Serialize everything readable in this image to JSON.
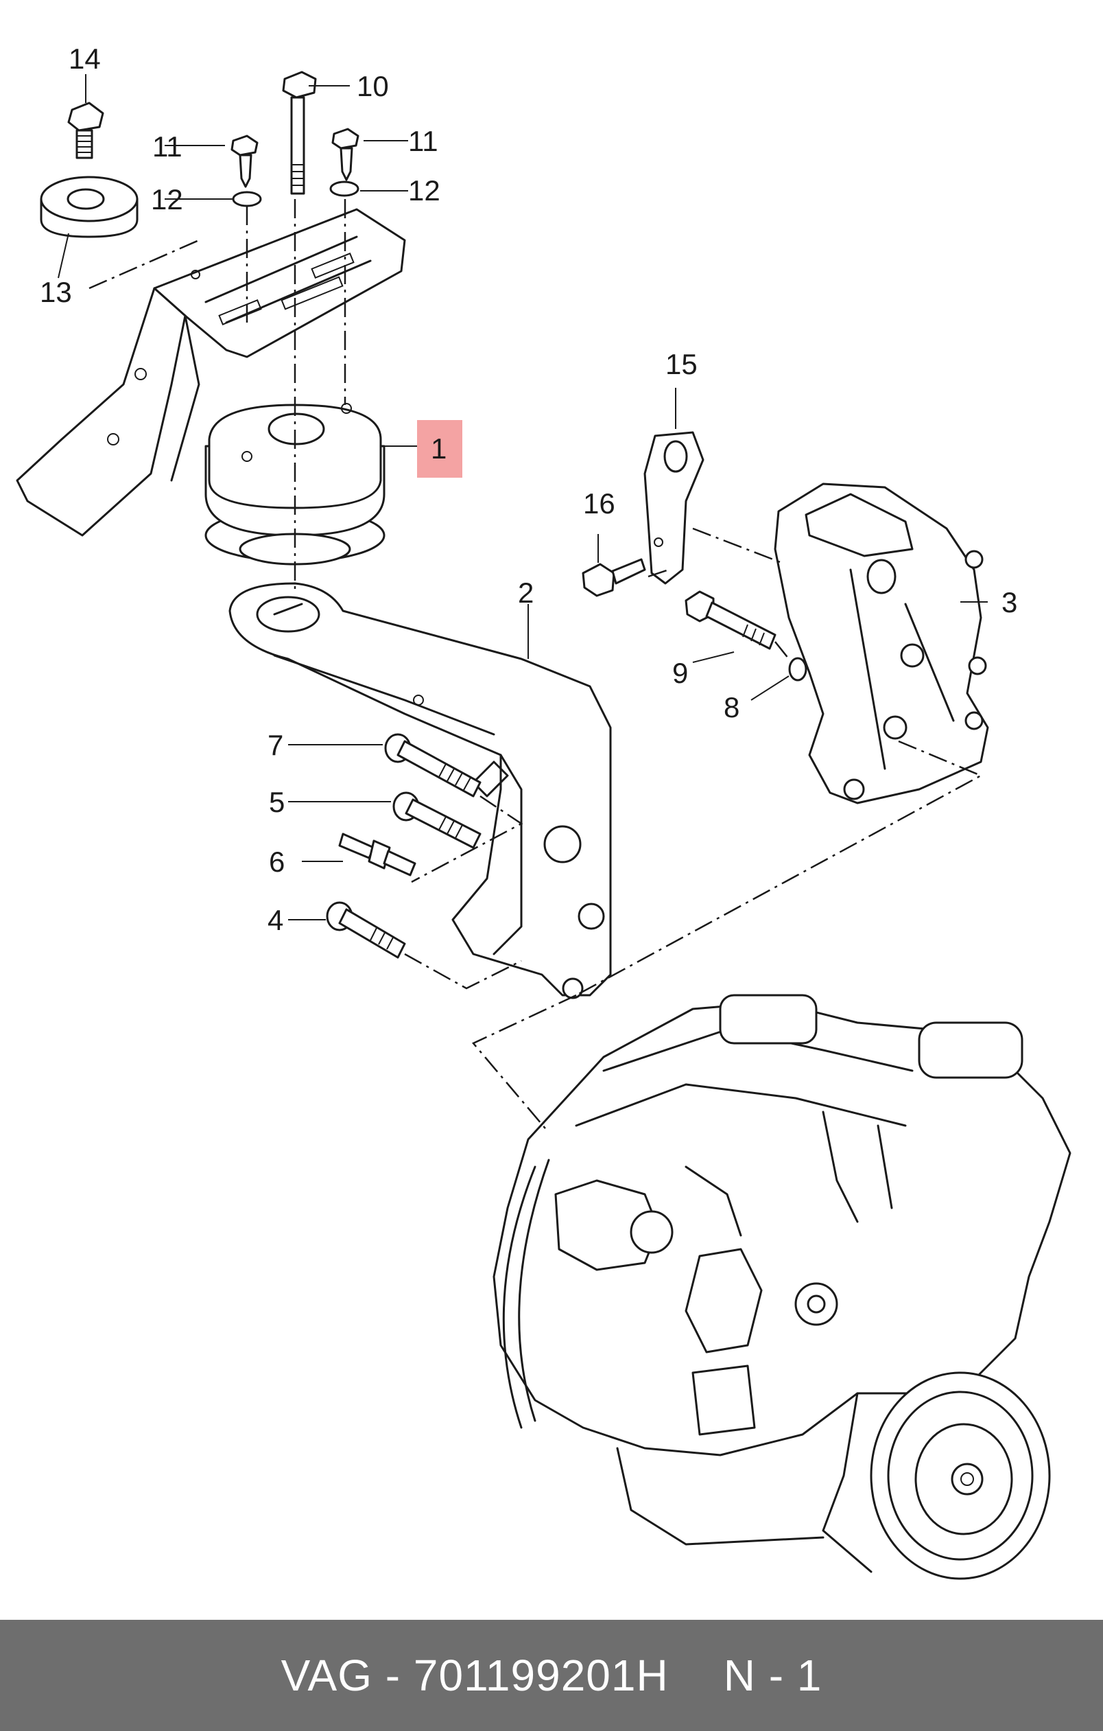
{
  "callouts": {
    "c1": "1",
    "c2": "2",
    "c3": "3",
    "c4": "4",
    "c5": "5",
    "c6": "6",
    "c7": "7",
    "c8": "8",
    "c9": "9",
    "c10": "10",
    "c11a": "11",
    "c11b": "11",
    "c12a": "12",
    "c12b": "12",
    "c13": "13",
    "c14": "14",
    "c15": "15",
    "c16": "16"
  },
  "highlight_color": "#f4a3a3",
  "footer": {
    "part": "VAG - 701199201H",
    "page": "N - 1"
  }
}
